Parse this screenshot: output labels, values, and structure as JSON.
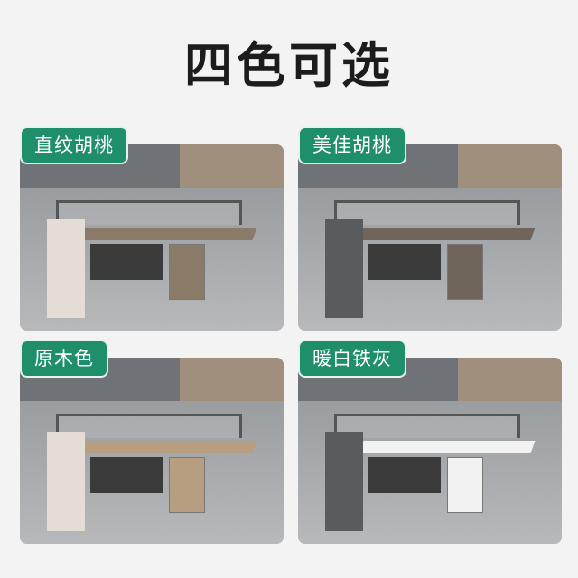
{
  "title": "四色可选",
  "options": [
    {
      "label": "直纹胡桃",
      "desk_color": "#8a7a68",
      "counter_color": "#e3ddd6"
    },
    {
      "label": "美佳胡桃",
      "desk_color": "#6f655a",
      "counter_color": "#5a5b5d"
    },
    {
      "label": "原木色",
      "desk_color": "#b89e80",
      "counter_color": "#e3ddd6"
    },
    {
      "label": "暖白铁灰",
      "desk_color": "#f2f2f2",
      "counter_color": "#5a5b5d"
    }
  ],
  "label_color": "#1f8f6b"
}
